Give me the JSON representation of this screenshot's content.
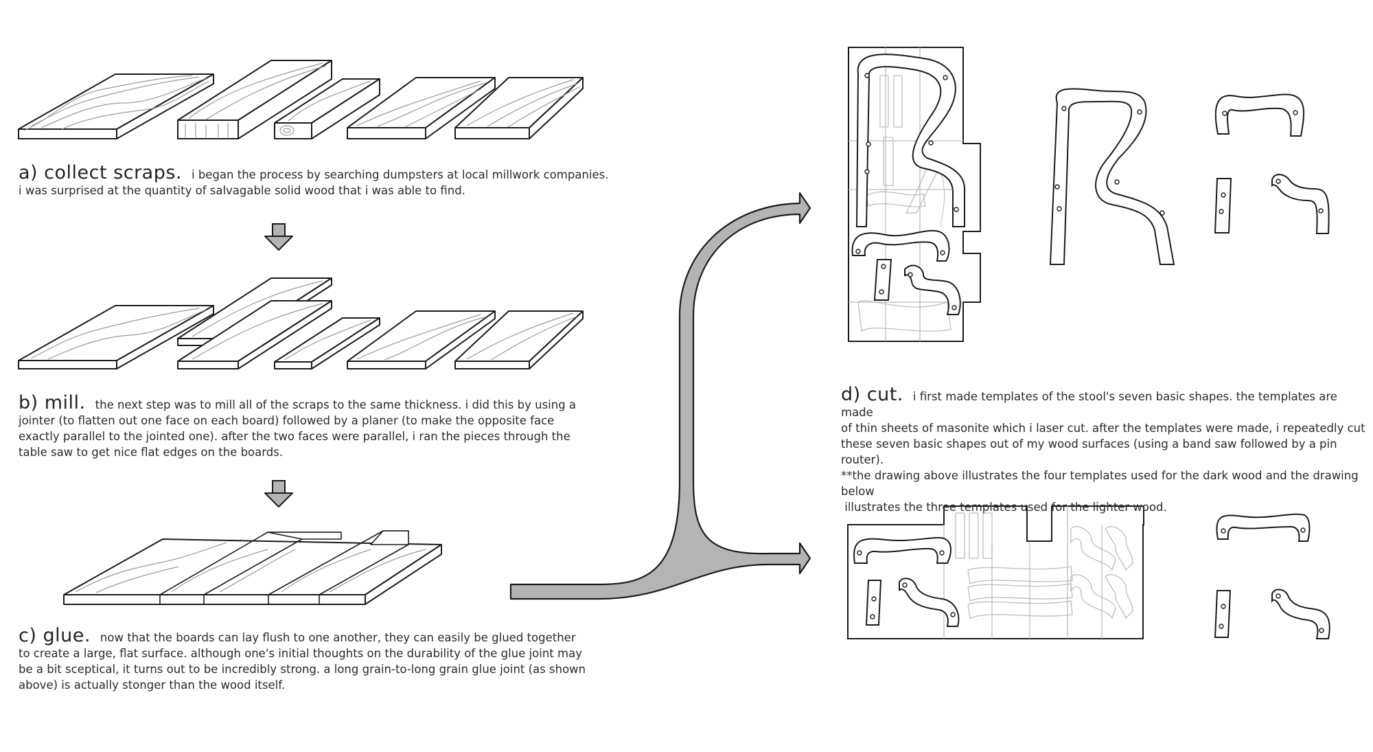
{
  "steps": {
    "a": {
      "label": "a) collect scraps.",
      "lines": [
        "i began the process by searching dumpsters at local millwork companies.",
        "i was surprised at the quantity of salvagable solid wood that i was able to find."
      ]
    },
    "b": {
      "label": "b) mill.",
      "lines": [
        "the next step was to mill all of the scraps to the same thickness.  i did this by using a",
        "jointer (to flatten out one face on each board) followed by a planer (to make the opposite face",
        "exactly parallel to the jointed one). after the two faces were parallel, i ran the pieces through the",
        "table saw to get nice flat edges on the boards."
      ]
    },
    "c": {
      "label": "c) glue.",
      "lines": [
        "now that the boards can lay flush to one another, they can easily be glued together",
        "to create a large, flat surface. although one's initial thoughts on the durability of the glue joint may",
        "be a bit sceptical, it turns out to be incredibly strong. a long grain-to-long grain glue joint (as shown",
        "above) is actually stonger than the wood itself."
      ]
    },
    "d": {
      "label": "d) cut.",
      "lines": [
        "i first made templates of the stool's seven basic shapes. the templates are made",
        "of thin sheets of masonite which i laser cut. after the templates were made, i repeatedly cut",
        "these seven basic shapes out of my wood surfaces (using a band saw followed by a pin router).",
        "**the drawing above illustrates the four templates used for the dark wood and the drawing below",
        " illustrates the three templates used for the lighter wood."
      ]
    }
  },
  "colors": {
    "line": "#1a1a1a",
    "arrow_fill": "#b4b4b4",
    "grain": "#9a9a9a",
    "ghost": "#b8b8b8"
  },
  "icons": [
    "down-arrow-icon",
    "down-arrow-icon",
    "curved-split-arrow-icon"
  ]
}
